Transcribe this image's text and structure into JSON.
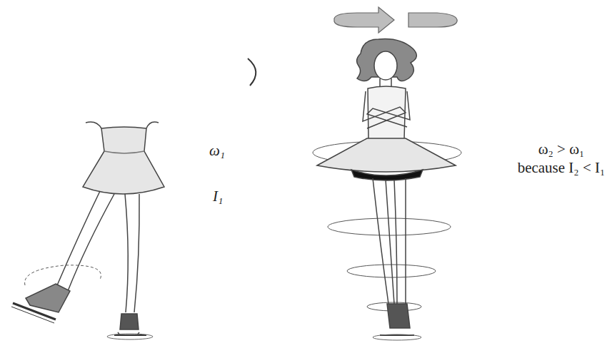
{
  "diagram": {
    "labels": [
      "ω₁",
      "I₁",
      "ω₂ > ω₁ because I₂ < I₁"
    ]
  }
}
